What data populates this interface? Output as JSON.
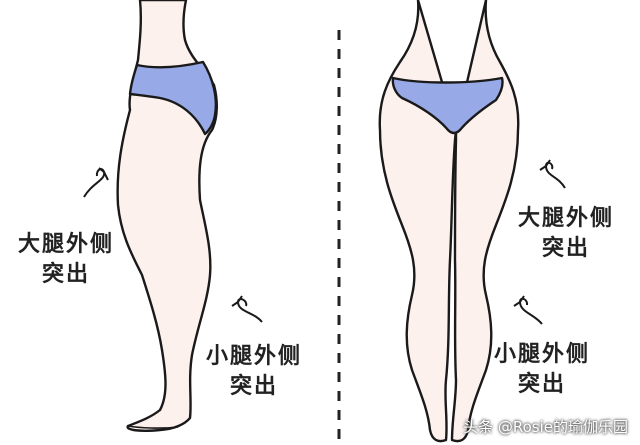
{
  "left_figure": {
    "label_thigh_line1": "大腿外侧",
    "label_thigh_line2": "突出",
    "label_calf_line1": "小腿外侧",
    "label_calf_line2": "突出"
  },
  "right_figure": {
    "label_thigh_line1": "大腿外侧",
    "label_thigh_line2": "突出",
    "label_calf_line1": "小腿外侧",
    "label_calf_line2": "突出"
  },
  "watermark": "头条 @Rosie的瑜伽乐园",
  "colors": {
    "skin": "#fdf1ee",
    "outline": "#1a1a1a",
    "underwear": "#97a9e6",
    "divider": "#222222"
  }
}
